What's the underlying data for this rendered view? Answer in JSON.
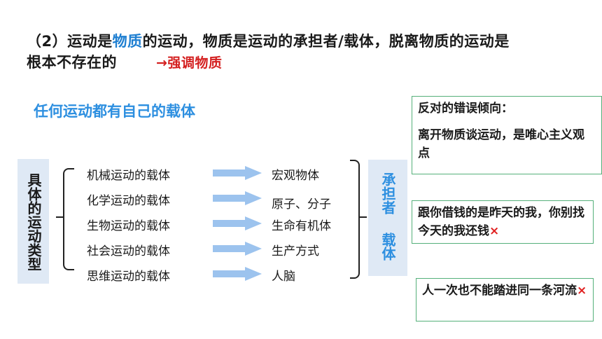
{
  "heading": {
    "part1": "（2）运动是",
    "highlight": "物质",
    "part2": "的运动，物质是运动的承担者/载体，脱离物质的运动是根本不存在的",
    "emphasis": "→强调物质"
  },
  "subtitle": "任何运动都有自己的载体",
  "category_label": "具体的运动类型",
  "rows": [
    {
      "left": "机械运动的载体",
      "right": "宏观物体"
    },
    {
      "left": "化学运动的载体",
      "right": "原子、分子"
    },
    {
      "left": "生物运动的载体",
      "right": "生命有机体"
    },
    {
      "left": "社会运动的载体",
      "right": "生产方式"
    },
    {
      "left": "思维运动的载体",
      "right": "人脑"
    }
  ],
  "carrier_label": {
    "line1": "承担者",
    "line2": "载体"
  },
  "cards": {
    "oppose_title": "反对的错误倾向：",
    "oppose_body": "离开物质谈运动，是唯心主义观点",
    "example1": "跟你借钱的是昨天的我，你别找今天的我还钱",
    "example2": "人一次也不能踏进同一条河流",
    "wrong_mark": "×"
  },
  "colors": {
    "accent_blue": "#2d8fe0",
    "emphasis_red": "#d42020",
    "arrow_blue": "#9cc3ee",
    "panel_bg": "#dfe9f5",
    "card_border": "#55b07a"
  }
}
